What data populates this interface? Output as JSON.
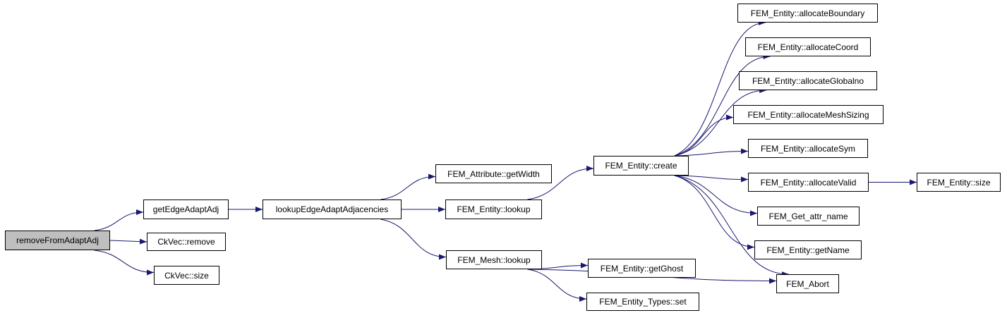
{
  "diagram": {
    "type": "call-graph",
    "edge_color": "#191970",
    "root_fill": "#bfbfbf",
    "nodes": [
      {
        "id": "removeFromAdaptAdj",
        "label": "removeFromAdaptAdj",
        "root": true
      },
      {
        "id": "getEdgeAdaptAdj",
        "label": "getEdgeAdaptAdj"
      },
      {
        "id": "CkVec_remove",
        "label": "CkVec::remove"
      },
      {
        "id": "CkVec_size",
        "label": "CkVec::size"
      },
      {
        "id": "lookupEdgeAdaptAdjacencies",
        "label": "lookupEdgeAdaptAdjacencies"
      },
      {
        "id": "FEM_Attribute_getWidth",
        "label": "FEM_Attribute::getWidth"
      },
      {
        "id": "FEM_Entity_lookup",
        "label": "FEM_Entity::lookup"
      },
      {
        "id": "FEM_Mesh_lookup",
        "label": "FEM_Mesh::lookup"
      },
      {
        "id": "FEM_Entity_create",
        "label": "FEM_Entity::create"
      },
      {
        "id": "FEM_Entity_getGhost",
        "label": "FEM_Entity::getGhost"
      },
      {
        "id": "FEM_Entity_Types_set",
        "label": "FEM_Entity_Types::set"
      },
      {
        "id": "FEM_Entity_allocateBoundary",
        "label": "FEM_Entity::allocateBoundary"
      },
      {
        "id": "FEM_Entity_allocateCoord",
        "label": "FEM_Entity::allocateCoord"
      },
      {
        "id": "FEM_Entity_allocateGlobalno",
        "label": "FEM_Entity::allocateGlobalno"
      },
      {
        "id": "FEM_Entity_allocateMeshSizing",
        "label": "FEM_Entity::allocateMeshSizing"
      },
      {
        "id": "FEM_Entity_allocateSym",
        "label": "FEM_Entity::allocateSym"
      },
      {
        "id": "FEM_Entity_allocateValid",
        "label": "FEM_Entity::allocateValid"
      },
      {
        "id": "FEM_Get_attr_name",
        "label": "FEM_Get_attr_name"
      },
      {
        "id": "FEM_Entity_getName",
        "label": "FEM_Entity::getName"
      },
      {
        "id": "FEM_Abort",
        "label": "FEM_Abort"
      },
      {
        "id": "FEM_Entity_size",
        "label": "FEM_Entity::size"
      }
    ],
    "edges": [
      [
        "removeFromAdaptAdj",
        "getEdgeAdaptAdj"
      ],
      [
        "removeFromAdaptAdj",
        "CkVec_remove"
      ],
      [
        "removeFromAdaptAdj",
        "CkVec_size"
      ],
      [
        "getEdgeAdaptAdj",
        "lookupEdgeAdaptAdjacencies"
      ],
      [
        "lookupEdgeAdaptAdjacencies",
        "FEM_Attribute_getWidth"
      ],
      [
        "lookupEdgeAdaptAdjacencies",
        "FEM_Entity_lookup"
      ],
      [
        "lookupEdgeAdaptAdjacencies",
        "FEM_Mesh_lookup"
      ],
      [
        "FEM_Entity_lookup",
        "FEM_Entity_create"
      ],
      [
        "FEM_Entity_create",
        "FEM_Entity_allocateBoundary"
      ],
      [
        "FEM_Entity_create",
        "FEM_Entity_allocateCoord"
      ],
      [
        "FEM_Entity_create",
        "FEM_Entity_allocateGlobalno"
      ],
      [
        "FEM_Entity_create",
        "FEM_Entity_allocateMeshSizing"
      ],
      [
        "FEM_Entity_create",
        "FEM_Entity_allocateSym"
      ],
      [
        "FEM_Entity_create",
        "FEM_Entity_allocateValid"
      ],
      [
        "FEM_Entity_create",
        "FEM_Get_attr_name"
      ],
      [
        "FEM_Entity_create",
        "FEM_Entity_getName"
      ],
      [
        "FEM_Entity_create",
        "FEM_Abort"
      ],
      [
        "FEM_Entity_allocateValid",
        "FEM_Entity_size"
      ],
      [
        "FEM_Mesh_lookup",
        "FEM_Entity_getGhost"
      ],
      [
        "FEM_Mesh_lookup",
        "FEM_Entity_Types_set"
      ],
      [
        "FEM_Mesh_lookup",
        "FEM_Abort"
      ]
    ]
  }
}
